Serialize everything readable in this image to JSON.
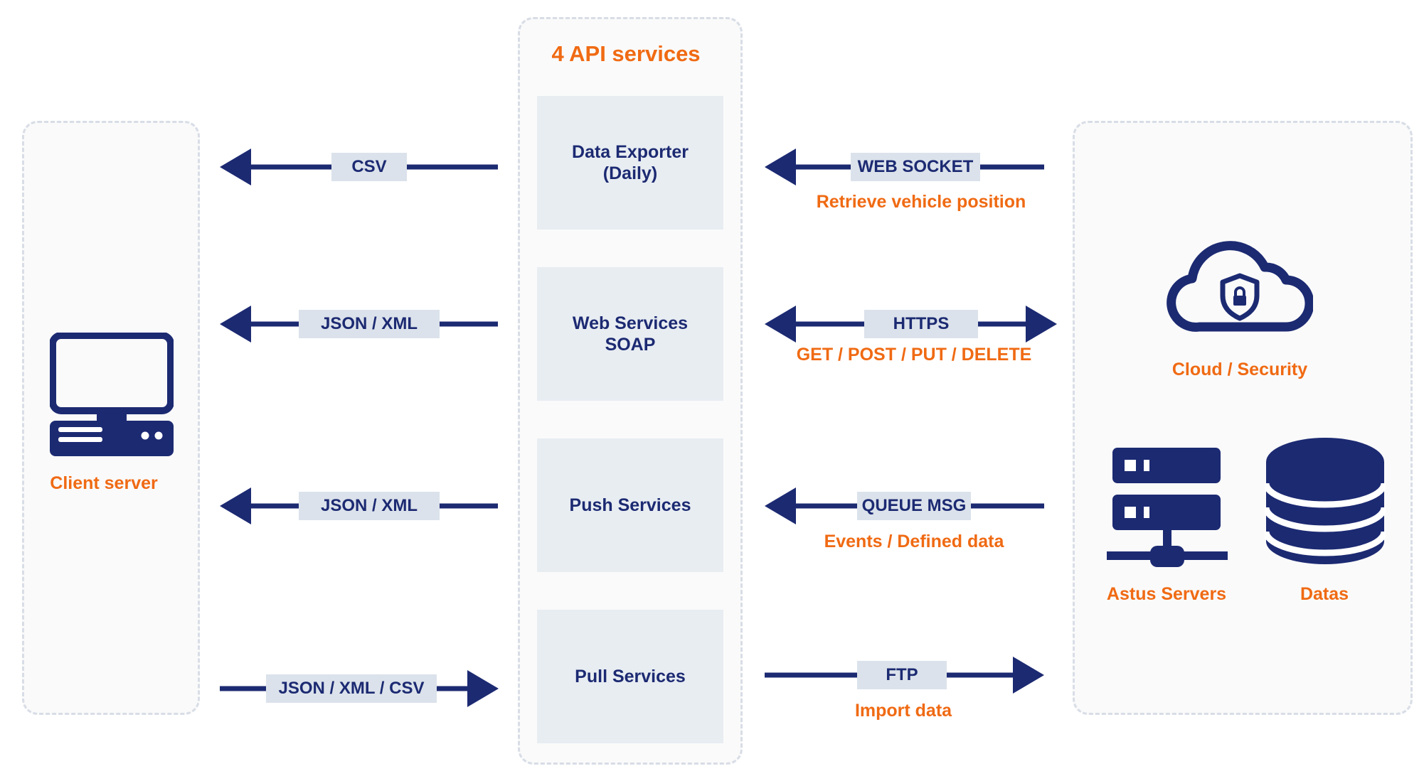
{
  "center": {
    "title": "4 API services",
    "services": [
      {
        "label": "Data Exporter\n(Daily)"
      },
      {
        "label": "Web Services\nSOAP"
      },
      {
        "label": "Push Services"
      },
      {
        "label": "Pull Services"
      }
    ]
  },
  "left": {
    "caption": "Client server",
    "flows": [
      {
        "label": "CSV",
        "direction": "left"
      },
      {
        "label": "JSON / XML",
        "direction": "left"
      },
      {
        "label": "JSON / XML",
        "direction": "left"
      },
      {
        "label": "JSON / XML / CSV",
        "direction": "right"
      }
    ]
  },
  "right": {
    "flows": [
      {
        "label": "WEB SOCKET",
        "caption": "Retrieve vehicle position",
        "direction": "left"
      },
      {
        "label": "HTTPS",
        "caption": "GET / POST / PUT / DELETE",
        "direction": "both"
      },
      {
        "label": "QUEUE MSG",
        "caption": "Events / Defined data",
        "direction": "left"
      },
      {
        "label": "FTP",
        "caption": "Import data",
        "direction": "right"
      }
    ],
    "cloud_caption": "Cloud / Security",
    "servers_caption": "Astus Servers",
    "datas_caption": "Datas"
  },
  "colors": {
    "navy": "#1c2a72",
    "orange": "#f06a13",
    "box_fill": "#e8edf2",
    "label_fill": "#dbe2eb",
    "dashed_border": "#d8dde6"
  },
  "icons": [
    "computer-icon",
    "cloud-shield-icon",
    "server-rack-icon",
    "database-icon"
  ]
}
